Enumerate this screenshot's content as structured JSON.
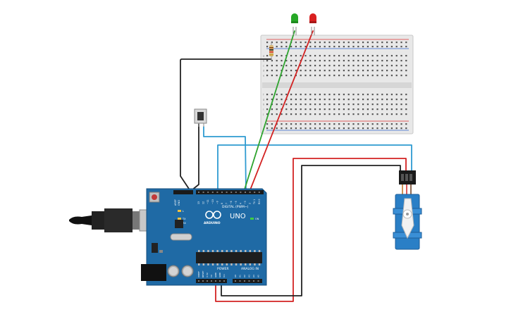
{
  "board": {
    "logo_text": "ARDUINO",
    "model": "UNO",
    "digital_label": "DIGITAL (PWM~)",
    "power_label": "POWER",
    "analog_label": "ANALOG IN",
    "on_label": "ON",
    "tx_label": "TX",
    "rx_label": "RX",
    "l_label": "L",
    "aref_label": "AREF",
    "gnd_label": "GND",
    "digital_pins": [
      "13",
      "12",
      "~11",
      "~10",
      "~9",
      "8",
      "7",
      "~6",
      "~5",
      "4",
      "~3",
      "2",
      "TX 1",
      "RX 0"
    ],
    "power_pins": [
      "IOREF",
      "RESET",
      "3.3V",
      "5V",
      "GND",
      "GND",
      "Vin"
    ],
    "analog_pins": [
      "A0",
      "A1",
      "A2",
      "A3",
      "A4",
      "A5"
    ]
  },
  "breadboard": {
    "row_letters_top": [
      "a",
      "b",
      "c",
      "d",
      "e"
    ],
    "row_letters_bottom": [
      "f",
      "g",
      "h",
      "i",
      "j"
    ]
  },
  "components": {
    "led_green": "led-green",
    "led_red": "led-red",
    "resistor": "resistor",
    "pushbutton": "pushbutton",
    "servo": "servo-motor",
    "usb": "usb-cable"
  },
  "colors": {
    "board": "#1f6aa5",
    "wire_black": "#222222",
    "wire_red": "#d32222",
    "wire_green": "#2ea32e",
    "wire_blue": "#2f9bd1",
    "servo_body": "#2a7fc6",
    "led_green": "#26a826",
    "led_red": "#d92020"
  }
}
